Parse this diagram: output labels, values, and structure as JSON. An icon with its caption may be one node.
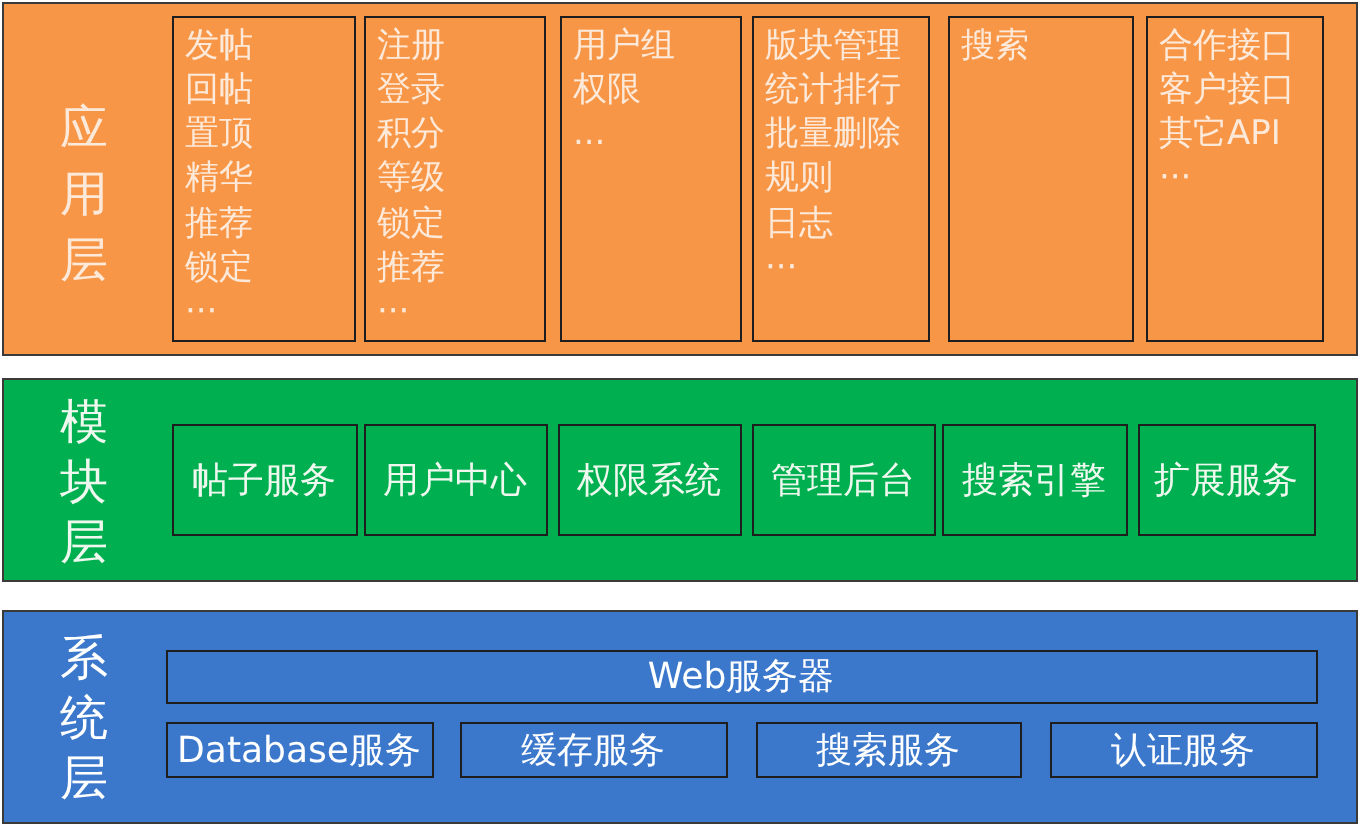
{
  "diagram": {
    "nodes": [
      {
        "text": [
          "应用层"
        ]
      },
      {
        "text": [
          "发帖",
          "回帖",
          "置顶",
          "精华",
          "推荐",
          "锁定",
          "···"
        ],
        "in": 0
      },
      {
        "text": [
          "注册",
          "登录",
          "积分",
          "等级",
          "锁定",
          "推荐",
          "···"
        ],
        "in": 0
      },
      {
        "text": [
          "用户组",
          "权限",
          "..."
        ],
        "in": 0
      },
      {
        "text": [
          "版块管理",
          "统计排行",
          "批量删除",
          "规则",
          "日志",
          "···"
        ],
        "in": 0
      },
      {
        "text": [
          "搜索"
        ],
        "in": 0
      },
      {
        "text": [
          "合作接口",
          "客户接口",
          "其它API",
          "···"
        ],
        "in": 0
      },
      {
        "text": [
          "模块层"
        ]
      },
      {
        "text": [
          "帖子服务"
        ],
        "in": 7
      },
      {
        "text": [
          "用户中心"
        ],
        "in": 7
      },
      {
        "text": [
          "权限系统"
        ],
        "in": 7
      },
      {
        "text": [
          "管理后台"
        ],
        "in": 7
      },
      {
        "text": [
          "搜索引擎"
        ],
        "in": 7
      },
      {
        "text": [
          "扩展服务"
        ],
        "in": 7
      },
      {
        "text": [
          "系统层"
        ]
      },
      {
        "text": [
          "Web服务器"
        ],
        "in": 14
      },
      {
        "text": [
          "Database服务"
        ],
        "in": 14
      },
      {
        "text": [
          "缓存服务"
        ],
        "in": 14
      },
      {
        "text": [
          "搜索服务"
        ],
        "in": 14
      },
      {
        "text": [
          "认证服务"
        ],
        "in": 14
      }
    ]
  }
}
